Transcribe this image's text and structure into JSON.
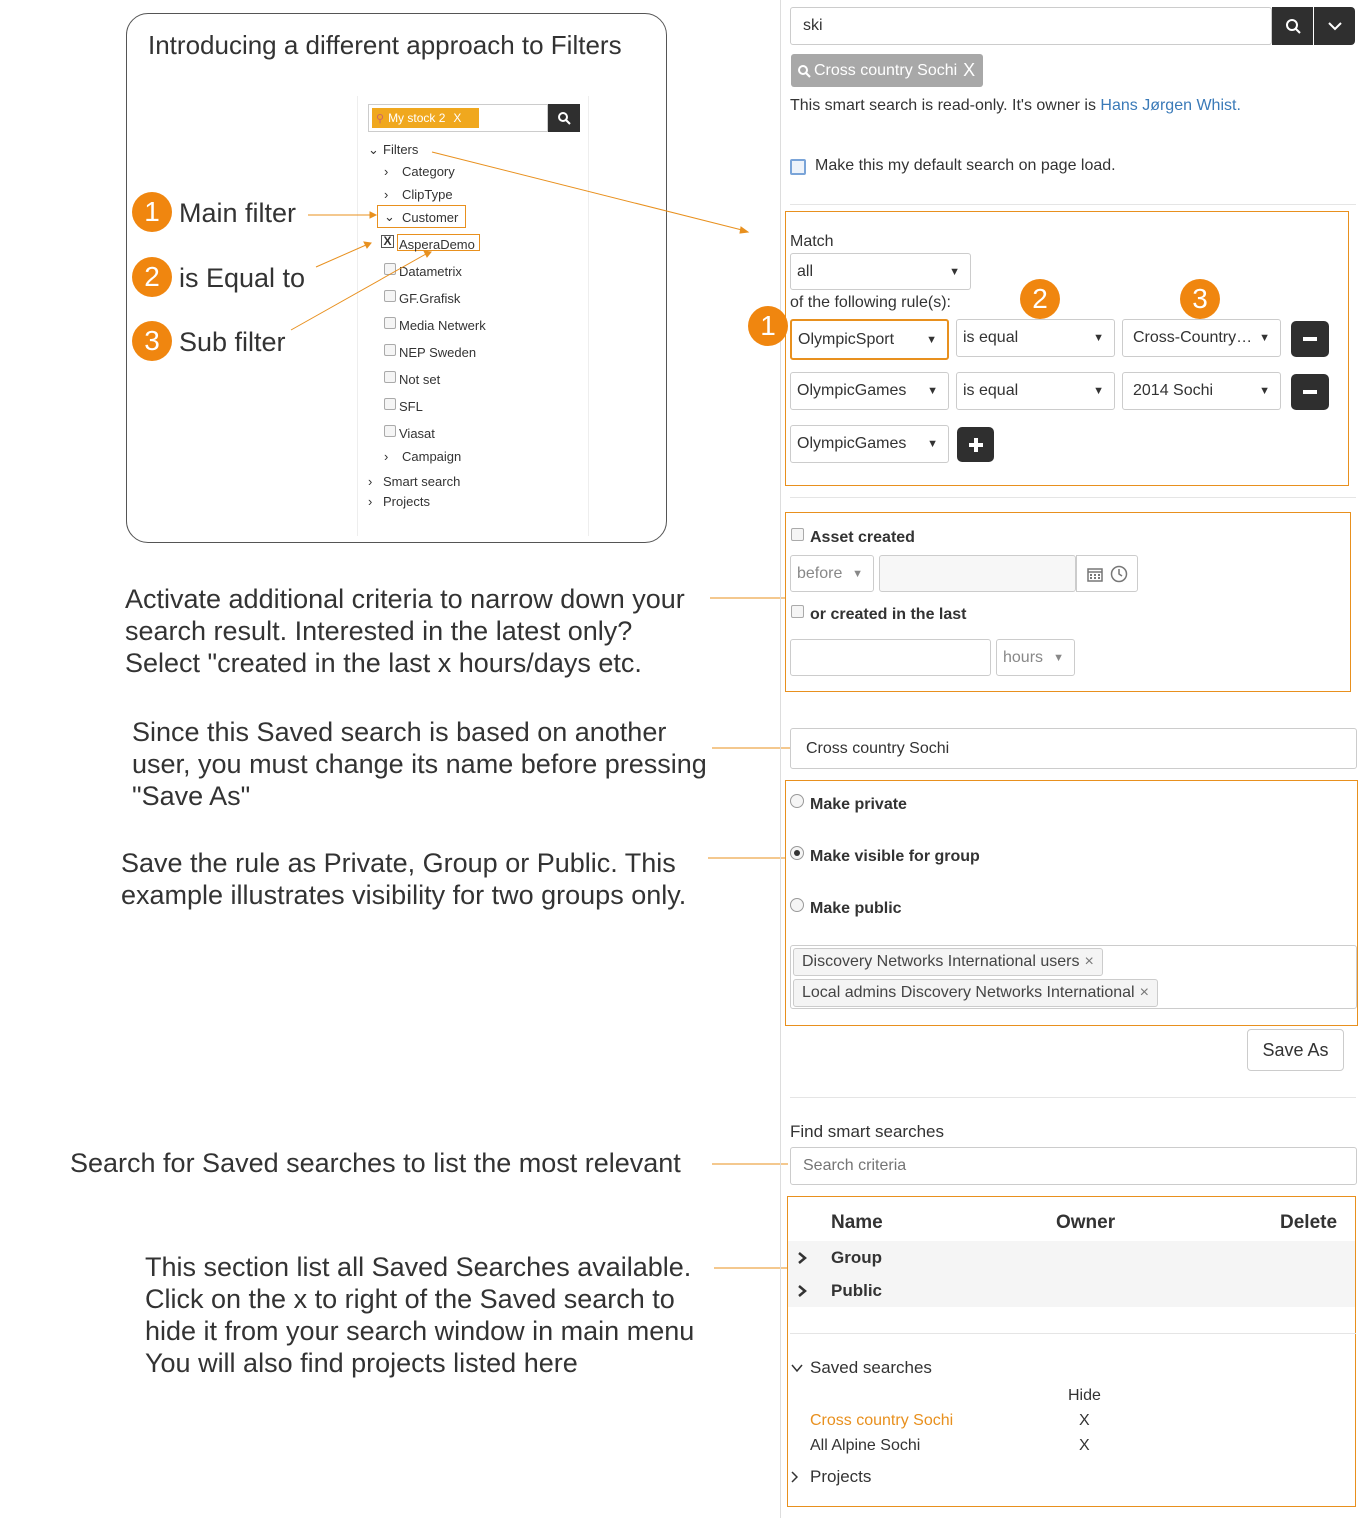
{
  "intro": {
    "title": "Introducing a different approach to Filters",
    "mini_search_tag": "My stock 2",
    "mini_tag_close": "X",
    "tree": {
      "filters": "Filters",
      "category": "Category",
      "cliptype": "ClipType",
      "customer": "Customer",
      "customers": [
        "AsperaDemo",
        "Datametrix",
        "GF.Grafisk",
        "Media Netwerk",
        "NEP Sweden",
        "Not set",
        "SFL",
        "Viasat"
      ],
      "checked_mark": "X",
      "campaign": "Campaign",
      "smart_search": "Smart search",
      "projects": "Projects"
    },
    "callouts": [
      {
        "num": "1",
        "label": "Main filter"
      },
      {
        "num": "2",
        "label": "is Equal to"
      },
      {
        "num": "3",
        "label": "Sub filter"
      }
    ]
  },
  "annotations": {
    "criteria": [
      "Activate additional criteria to narrow down your",
      "search result. Interested in the latest only?",
      "Select \"created in the last x hours/days etc."
    ],
    "saveas": [
      "Since this Saved search is based on another",
      "user, you must change its name before pressing",
      "\"Save As\""
    ],
    "visibility": [
      "Save the rule as Private, Group or Public. This",
      "example illustrates visibility for two groups only."
    ],
    "search": "Search for Saved searches to list the most relevant",
    "list": [
      "This section list all Saved Searches available.",
      "Click on the x to right of the Saved search to",
      "hide it from your search window in main menu",
      "You will also find projects listed here"
    ]
  },
  "panel": {
    "search_value": "ski",
    "active_tag": "Cross country Sochi",
    "tag_close": "X",
    "readonly_text": "This smart search is read-only. It's owner is ",
    "owner_name": "Hans Jørgen Whist.",
    "default_label": "Make this my default search on page load.",
    "match_label": "Match",
    "match_value": "all",
    "following_label": "of the following rule(s):",
    "rule_markers": [
      "1",
      "2",
      "3"
    ],
    "rules": [
      {
        "field": "OlympicSport",
        "op": "is equal",
        "value": "Cross-Country…"
      },
      {
        "field": "OlympicGames",
        "op": "is equal",
        "value": "2014 Sochi"
      }
    ],
    "new_rule_field": "OlympicGames",
    "asset_created_label": "Asset created",
    "before_value": "before",
    "created_last_label": "or created in the last",
    "hours_value": "hours",
    "name_value": "Cross country Sochi",
    "make_private": "Make private",
    "make_group": "Make visible for group",
    "make_public": "Make public",
    "groups": [
      "Discovery Networks International users",
      "Local admins Discovery Networks International"
    ],
    "tag_x": "×",
    "save_as": "Save As",
    "find_label": "Find smart searches",
    "find_placeholder": "Search criteria",
    "table": {
      "headers": {
        "name": "Name",
        "owner": "Owner",
        "delete": "Delete"
      },
      "rows": [
        "Group",
        "Public"
      ]
    },
    "saved_searches_label": "Saved searches",
    "hide_label": "Hide",
    "saved": [
      {
        "name": "Cross country Sochi",
        "hide": "X"
      },
      {
        "name": "All Alpine Sochi",
        "hide": "X"
      }
    ],
    "projects_label": "Projects"
  },
  "colors": {
    "accent": "#f0860f",
    "link": "#3a7ab8",
    "orange_box": "#e8901e",
    "dark_button": "#2f2f2f"
  },
  "icons": [
    "search-icon",
    "chevron-down-icon",
    "calendar-icon",
    "clock-icon",
    "minus-icon",
    "plus-icon",
    "chevron-right-icon"
  ]
}
